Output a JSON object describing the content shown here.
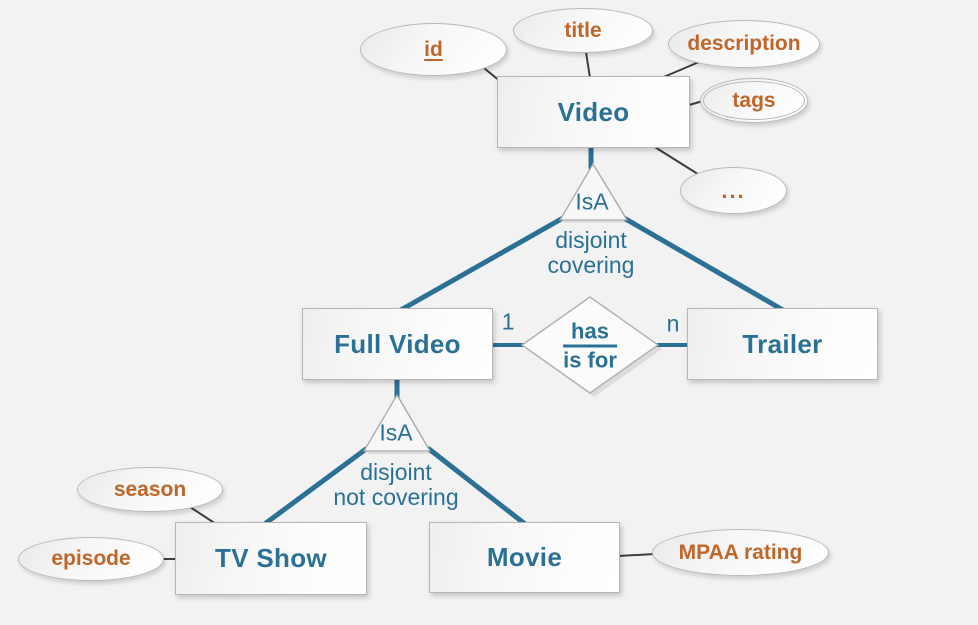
{
  "diagram_type": "entity-relationship",
  "colors": {
    "background": "#f2f2f2",
    "entity_text": "#2b7195",
    "attribute_text": "#c0662a",
    "connector_teal": "#2b7195",
    "connector_dark": "#3d3d3d"
  },
  "entities": [
    {
      "label": "Video"
    },
    {
      "label": "Full Video"
    },
    {
      "label": "Trailer"
    },
    {
      "label": "TV Show"
    },
    {
      "label": "Movie"
    }
  ],
  "attributes": [
    {
      "label": "id",
      "key": true,
      "attached_to": "Video"
    },
    {
      "label": "title",
      "attached_to": "Video"
    },
    {
      "label": "description",
      "attached_to": "Video"
    },
    {
      "label": "tags",
      "multivalued": true,
      "attached_to": "Video"
    },
    {
      "label": "...",
      "attached_to": "Video"
    },
    {
      "label": "season",
      "attached_to": "TV Show"
    },
    {
      "label": "episode",
      "attached_to": "TV Show"
    },
    {
      "label": "MPAA rating",
      "attached_to": "Movie"
    }
  ],
  "isa": [
    {
      "label": "IsA",
      "constraint_line1": "disjoint",
      "constraint_line2": "covering",
      "parent": "Video",
      "children": [
        "Full Video",
        "Trailer"
      ]
    },
    {
      "label": "IsA",
      "constraint_line1": "disjoint",
      "constraint_line2": "not covering",
      "parent": "Full Video",
      "children": [
        "TV Show",
        "Movie"
      ]
    }
  ],
  "relationship": {
    "name_top": "has",
    "name_bottom": "is for",
    "cardinality_left": "1",
    "cardinality_right": "n"
  }
}
